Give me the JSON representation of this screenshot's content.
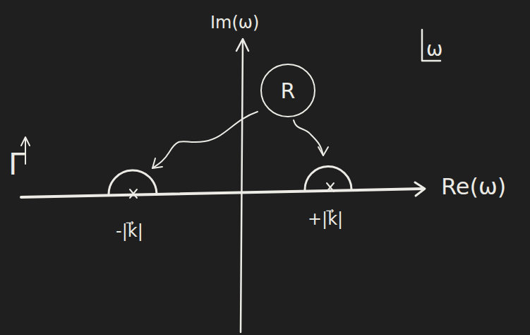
{
  "diagram": {
    "nodes": [
      {
        "text": [
          "R"
        ]
      }
    ],
    "labels": [
      "Im(ω)",
      "Re(ω)",
      "ω",
      "-|k⃗|",
      "+|k⃗|",
      "Γ"
    ]
  }
}
